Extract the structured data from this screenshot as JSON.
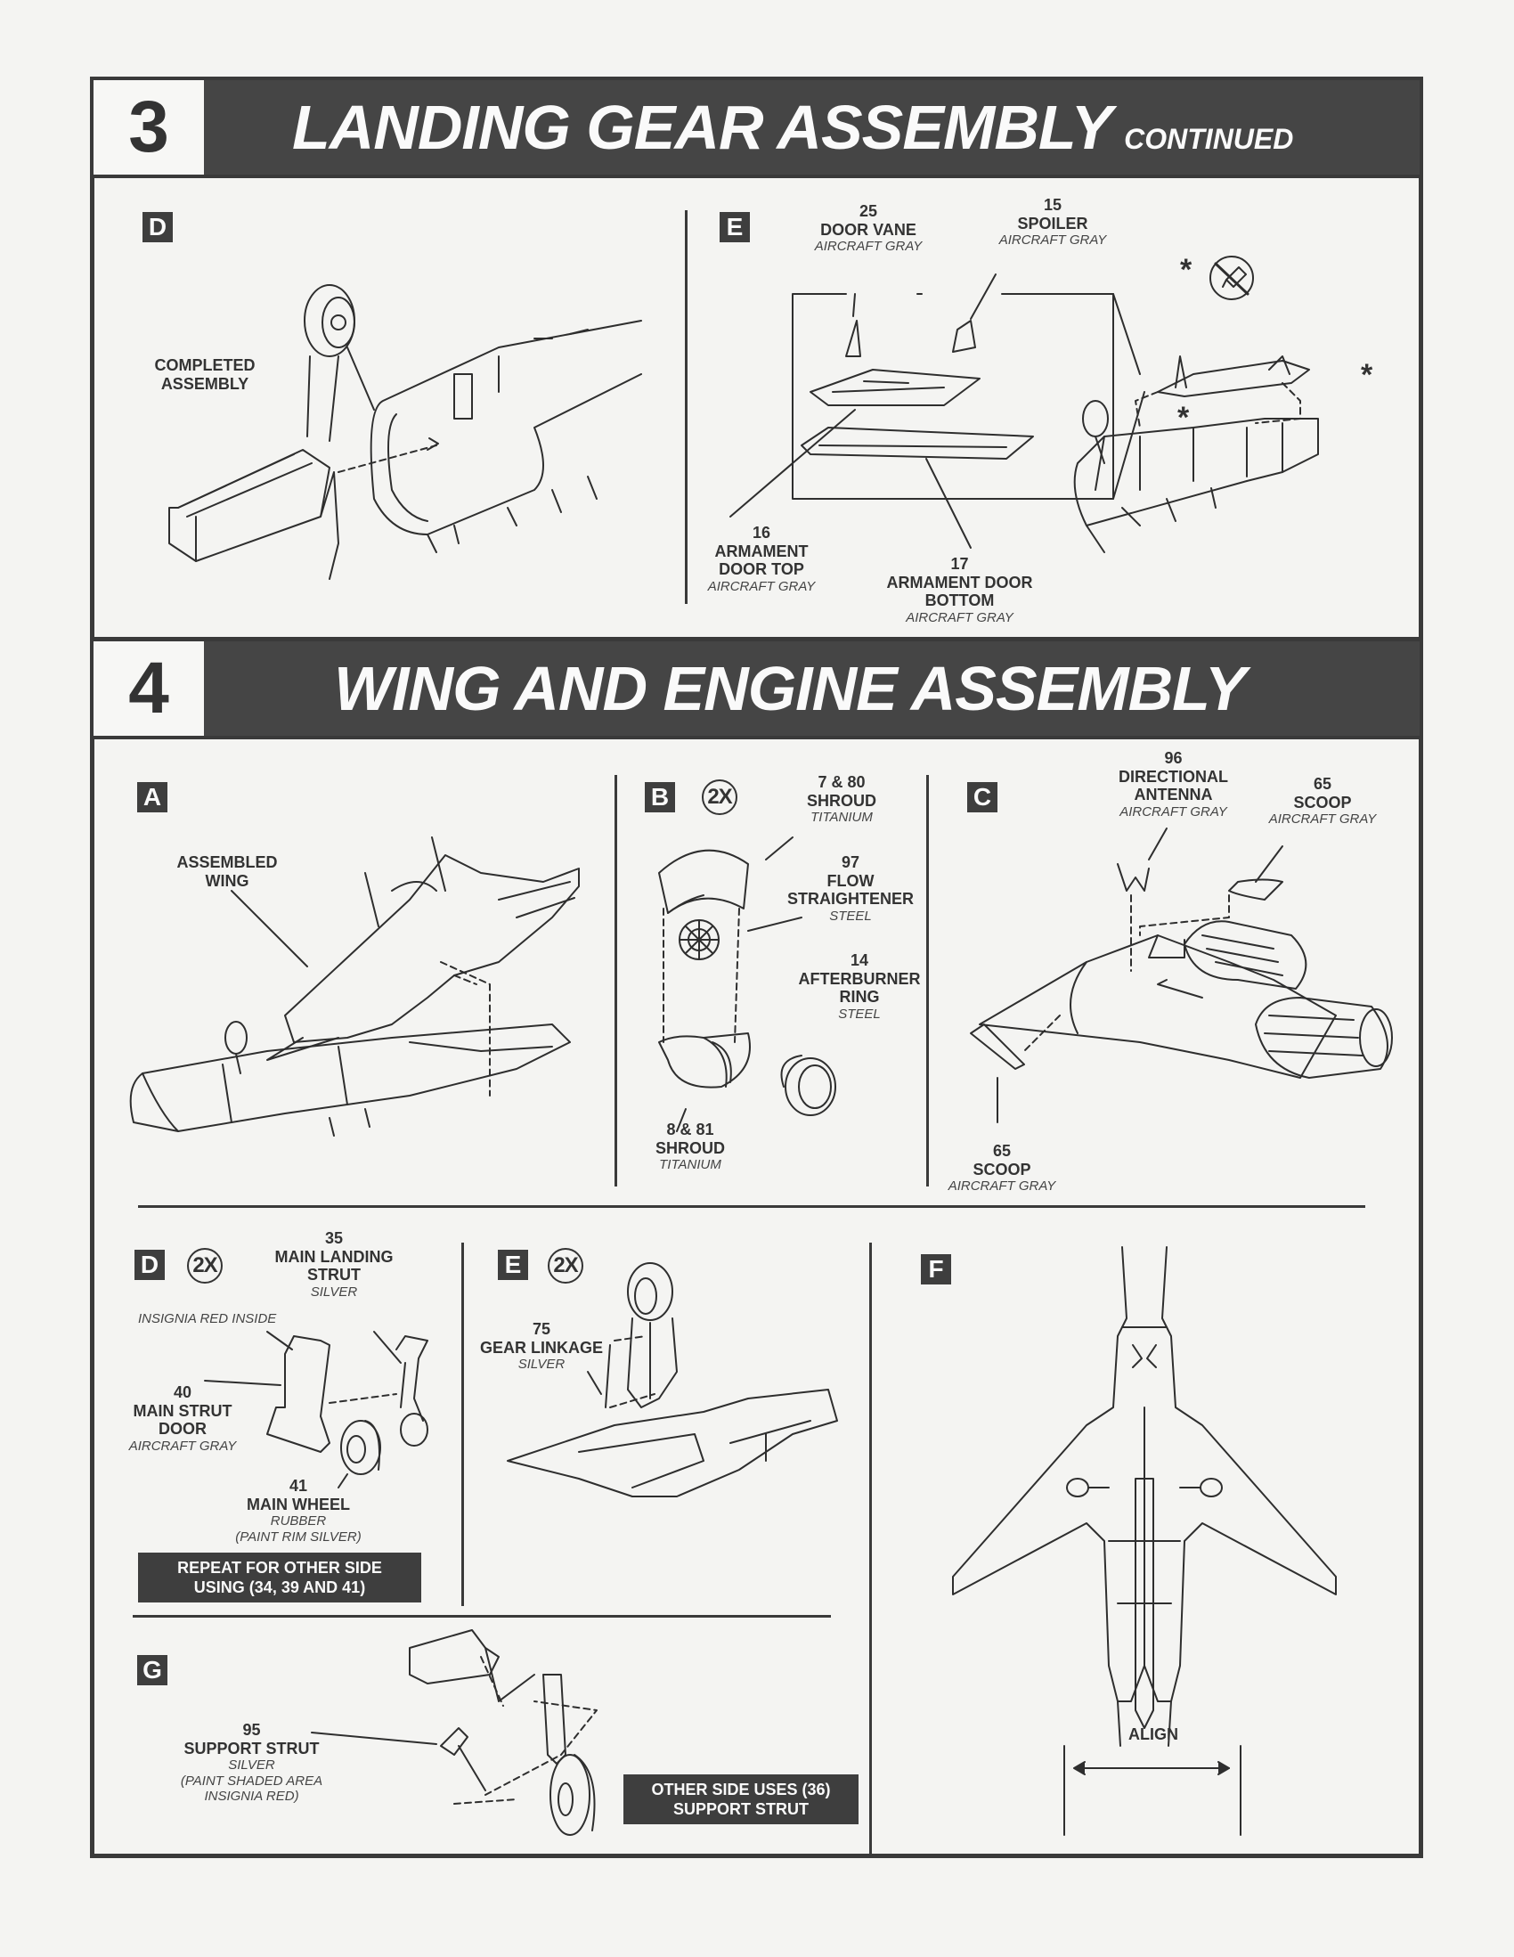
{
  "section3": {
    "number": "3",
    "title": "LANDING GEAR ASSEMBLY",
    "title_suffix": "CONTINUED",
    "steps": {
      "D": {
        "letter": "D",
        "labels": [
          {
            "text": "COMPLETED ASSEMBLY"
          }
        ]
      },
      "E": {
        "letter": "E",
        "parts": [
          {
            "number": "25",
            "name": "DOOR VANE",
            "color": "AIRCRAFT GRAY"
          },
          {
            "number": "15",
            "name": "SPOILER",
            "color": "AIRCRAFT GRAY"
          },
          {
            "number": "16",
            "name": "ARMAMENT DOOR TOP",
            "color": "AIRCRAFT GRAY"
          },
          {
            "number": "17",
            "name": "ARMAMENT DOOR BOTTOM",
            "color": "AIRCRAFT GRAY"
          }
        ],
        "no_glue_marker": "*",
        "icon": "no-glue-icon"
      }
    }
  },
  "section4": {
    "number": "4",
    "title": "WING AND ENGINE ASSEMBLY",
    "steps": {
      "A": {
        "letter": "A",
        "label": "ASSEMBLED WING"
      },
      "B": {
        "letter": "B",
        "multiplier": "2X",
        "parts": [
          {
            "number": "7 & 80",
            "name": "SHROUD",
            "color": "TITANIUM"
          },
          {
            "number": "97",
            "name": "FLOW STRAIGHTENER",
            "color": "STEEL"
          },
          {
            "number": "14",
            "name": "AFTERBURNER RING",
            "color": "STEEL"
          },
          {
            "number": "8 & 81",
            "name": "SHROUD",
            "color": "TITANIUM"
          }
        ]
      },
      "C": {
        "letter": "C",
        "parts": [
          {
            "number": "96",
            "name": "DIRECTIONAL ANTENNA",
            "color": "AIRCRAFT GRAY"
          },
          {
            "number": "65",
            "name": "SCOOP",
            "color": "AIRCRAFT GRAY"
          },
          {
            "number": "65",
            "name": "SCOOP",
            "color": "AIRCRAFT GRAY"
          }
        ]
      },
      "D": {
        "letter": "D",
        "multiplier": "2X",
        "parts": [
          {
            "number": "35",
            "name": "MAIN LANDING STRUT",
            "color": "SILVER"
          },
          {
            "number": "40",
            "name": "MAIN STRUT DOOR",
            "color": "AIRCRAFT GRAY"
          },
          {
            "number": "41",
            "name": "MAIN WHEEL",
            "color": "RUBBER",
            "note": "(PAINT RIM SILVER)"
          }
        ],
        "paint_note": "INSIGNIA RED INSIDE",
        "repeat_note": [
          "REPEAT FOR OTHER SIDE",
          "USING (34, 39 AND 41)"
        ]
      },
      "E": {
        "letter": "E",
        "multiplier": "2X",
        "parts": [
          {
            "number": "75",
            "name": "GEAR LINKAGE",
            "color": "SILVER"
          }
        ]
      },
      "F": {
        "letter": "F",
        "align_label": "ALIGN"
      },
      "G": {
        "letter": "G",
        "parts": [
          {
            "number": "95",
            "name": "SUPPORT STRUT",
            "color": "SILVER",
            "note_lines": [
              "(PAINT SHADED AREA",
              "INSIGNIA RED)"
            ]
          }
        ],
        "other_side_note": [
          "OTHER SIDE USES (36)",
          "SUPPORT STRUT"
        ]
      }
    }
  }
}
